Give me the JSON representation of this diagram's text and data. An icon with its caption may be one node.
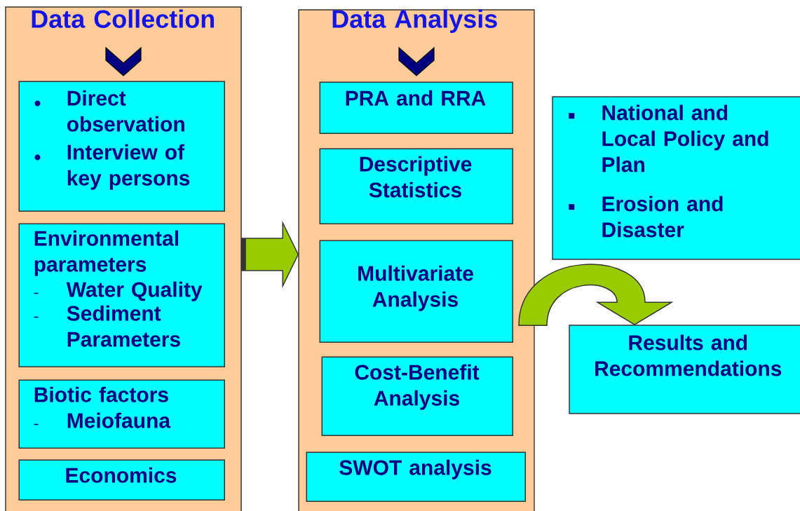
{
  "diagram": {
    "nodes": [
      {
        "text": [
          "Data Collection"
        ]
      },
      {
        "text": [
          "Direct observation",
          "Interview of key persons"
        ],
        "in": 0
      },
      {
        "text": [
          "Environmental parameters",
          "Water Quality",
          "Sediment Parameters"
        ],
        "in": 0
      },
      {
        "text": [
          "Biotic factors",
          "Meiofauna"
        ],
        "in": 0
      },
      {
        "text": [
          "Economics"
        ],
        "in": 0
      },
      {
        "text": [
          "Data Analysis"
        ]
      },
      {
        "text": [
          "PRA and RRA"
        ],
        "in": 5
      },
      {
        "text": [
          "Descriptive Statistics"
        ],
        "in": 5
      },
      {
        "text": [
          "Multivariate Analysis"
        ],
        "in": 5
      },
      {
        "text": [
          "Cost-Benefit Analysis"
        ],
        "in": 5
      },
      {
        "text": [
          "SWOT analysis"
        ],
        "in": 5
      },
      {
        "text": [
          "National and Local Policy and Plan",
          "Erosion and Disaster"
        ]
      },
      {
        "text": [
          "Results and Recommendations"
        ]
      }
    ],
    "edges": [
      {
        "from": 0,
        "to": 5,
        "arrow": "to",
        "style": "thick"
      },
      {
        "from": 8,
        "to": 12,
        "arrow": "to",
        "style": "thick"
      }
    ]
  }
}
